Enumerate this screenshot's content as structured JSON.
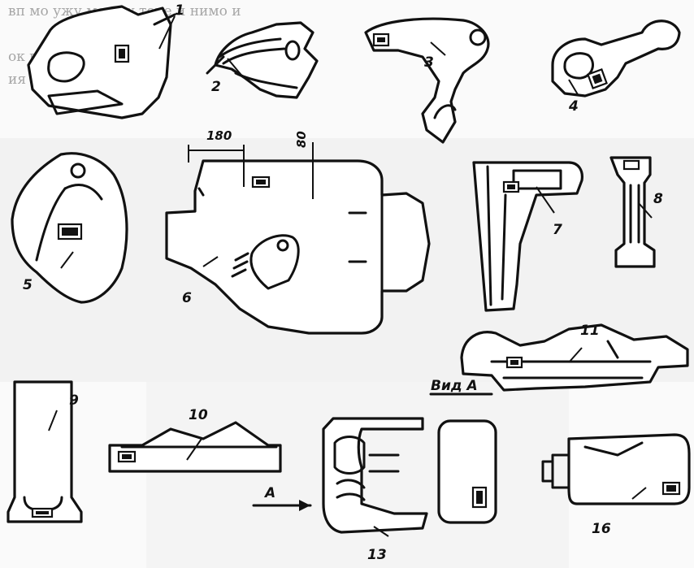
{
  "figure": {
    "background_text_lines": [
      "вп мо                  ужу  между       торе  и  нимо и",
      "",
      "                 ок                   гд       н",
      "                                                                 ия"
    ],
    "part_labels": [
      "1",
      "2",
      "3",
      "4",
      "5",
      "6",
      "7",
      "8",
      "9",
      "10",
      "11",
      "13",
      "16"
    ],
    "dimension_labels": {
      "d180": "180",
      "d80": "80"
    },
    "view_label": "Вид А",
    "arrow_label": "А",
    "colors": {
      "line": "#111111",
      "paper": "#ffffff",
      "ghost_text": "#8b8b8b"
    }
  }
}
